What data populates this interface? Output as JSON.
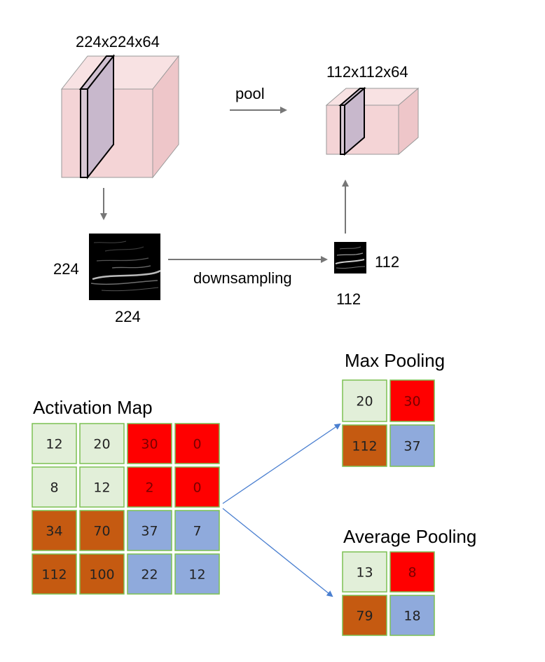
{
  "top": {
    "input_volume_label": "224x224x64",
    "output_volume_label": "112x112x64",
    "pool_label": "pool",
    "downsampling_label": "downsampling",
    "slice_large_height_label": "224",
    "slice_large_width_label": "224",
    "slice_small_height_label": "112",
    "slice_small_width_label": "112"
  },
  "bottom": {
    "activation_title": "Activation Map",
    "max_title": "Max Pooling",
    "avg_title": "Average Pooling",
    "activation_map": [
      [
        {
          "v": "12",
          "c": "light"
        },
        {
          "v": "20",
          "c": "light"
        },
        {
          "v": "30",
          "c": "red"
        },
        {
          "v": "0",
          "c": "red"
        }
      ],
      [
        {
          "v": "8",
          "c": "light"
        },
        {
          "v": "12",
          "c": "light"
        },
        {
          "v": "2",
          "c": "red"
        },
        {
          "v": "0",
          "c": "red"
        }
      ],
      [
        {
          "v": "34",
          "c": "brown"
        },
        {
          "v": "70",
          "c": "brown"
        },
        {
          "v": "37",
          "c": "blue"
        },
        {
          "v": "7",
          "c": "blue"
        }
      ],
      [
        {
          "v": "112",
          "c": "brown"
        },
        {
          "v": "100",
          "c": "brown"
        },
        {
          "v": "22",
          "c": "blue"
        },
        {
          "v": "12",
          "c": "blue"
        }
      ]
    ],
    "max_pooling": [
      [
        {
          "v": "20",
          "c": "light"
        },
        {
          "v": "30",
          "c": "red"
        }
      ],
      [
        {
          "v": "112",
          "c": "brown"
        },
        {
          "v": "37",
          "c": "blue"
        }
      ]
    ],
    "avg_pooling": [
      [
        {
          "v": "13",
          "c": "light"
        },
        {
          "v": "8",
          "c": "red"
        }
      ],
      [
        {
          "v": "79",
          "c": "brown"
        },
        {
          "v": "18",
          "c": "blue"
        }
      ]
    ]
  },
  "colors": {
    "cube_fill": "#f4d4d6",
    "cube_top": "#f8e2e3",
    "cube_side": "#eec6c9",
    "cube_edge": "#9a9a9a",
    "slice_fill": "#cfc0cf",
    "arrow_gray": "#777777",
    "arrow_blue": "#4a7fd0",
    "cell_border": "#7cc152",
    "light": "#e2efd9",
    "red": "#ff0000",
    "brown": "#c55a11",
    "blue": "#8faadc",
    "text_dark": "#222222",
    "text_red_cell": "#7a0000"
  }
}
